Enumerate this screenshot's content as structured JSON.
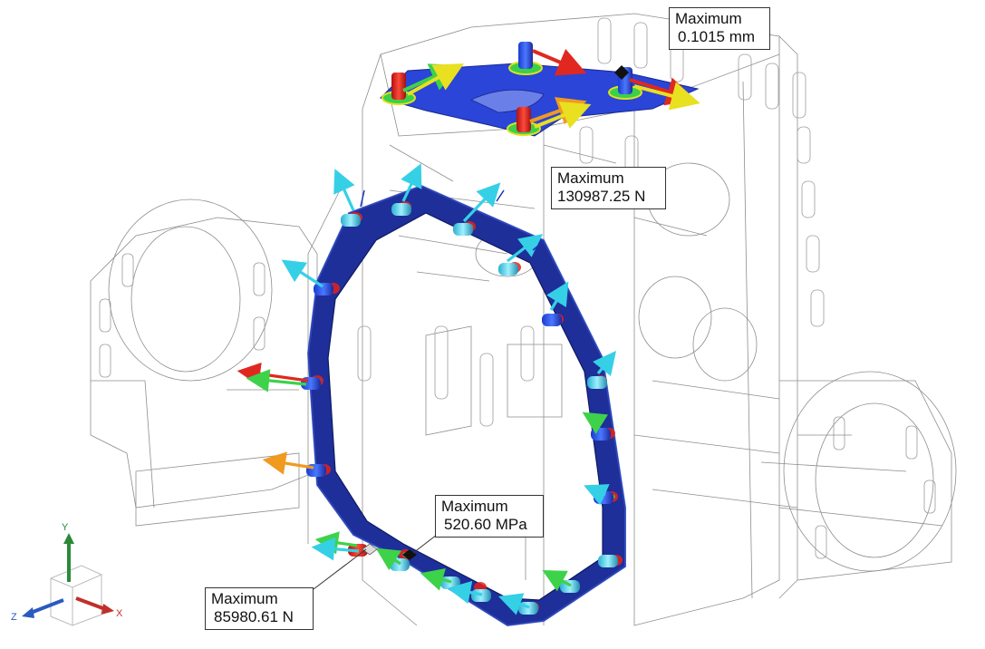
{
  "callouts": {
    "displacement": {
      "heading": "Maximum",
      "value": "0.1015 mm"
    },
    "force_top": {
      "heading": "Maximum",
      "value": "130987.25 N"
    },
    "stress": {
      "heading": "Maximum",
      "value": "520.60 MPa"
    },
    "force_bottom": {
      "heading": "Maximum",
      "value": "85980.61 N"
    }
  },
  "triad": {
    "x": "X",
    "y": "Y",
    "z": "Z"
  },
  "colors": {
    "flange": "#1e2f9a",
    "hot_spot": "#e8201a",
    "mid_green": "#42c24a",
    "yellow": "#f0e020",
    "cyan_bolt": "#3fd0e8",
    "axis_x": "#c0302a",
    "axis_y": "#2a8a3a",
    "axis_z": "#2a5ac0"
  }
}
